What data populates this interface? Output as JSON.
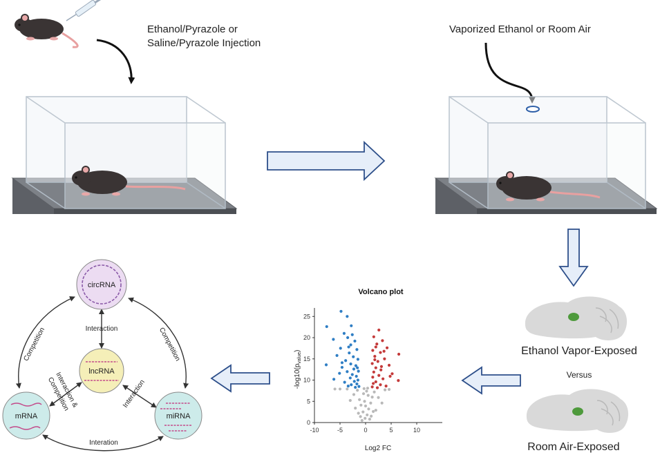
{
  "step1": {
    "caption_line1": "Ethanol/Pyrazole or",
    "caption_line2": "Saline/Pyrazole Injection"
  },
  "step2": {
    "caption": "Vaporized Ethanol or Room Air"
  },
  "brains": {
    "group1": "Ethanol Vapor-Exposed",
    "versus": "Versus",
    "group2": "Room Air-Exposed"
  },
  "network": {
    "nodes": {
      "circrna": "circRNA",
      "lncrna": "lncRNA",
      "mrna": "mRNA",
      "mirna": "miRNA"
    },
    "edges": {
      "left_competition": "Competition",
      "right_competition": "Competition",
      "center_interaction": "Interaction",
      "lnc_mrna_line1": "Interaction &",
      "lnc_mrna_line2": "Competition",
      "lnc_mirna": "Interaction",
      "bottom": "Interation"
    }
  },
  "colors": {
    "arrow_fill": "#e6eef9",
    "arrow_stroke": "#2d4f8a",
    "upregulated": "#c43a3a",
    "downregulated": "#2f7ec4",
    "not_significant": "#b9b9b9",
    "circrna_fill": "#ecdcf2",
    "lncrna_fill": "#f5efb8",
    "mrna_fill": "#cdebea",
    "mirna_fill": "#cdebea",
    "brain_fill": "#d9d9d9",
    "brain_region": "#4e9a3c"
  },
  "chart_data": {
    "type": "scatter",
    "title": "Volcano plot",
    "xlabel": "Log2 FC",
    "ylabel_main": "-log10(p",
    "ylabel_sub": "value",
    "ylabel_close": ")",
    "xlim": [
      -10,
      15
    ],
    "ylim": [
      0,
      27
    ],
    "xticks": [
      -10,
      -5,
      0,
      5,
      10
    ],
    "yticks": [
      0,
      5,
      10,
      15,
      20,
      25
    ],
    "series": [
      {
        "group": "down",
        "points": [
          [
            -4.8,
            26.2
          ],
          [
            -3.6,
            25.0
          ],
          [
            -7.6,
            22.6
          ],
          [
            -2.8,
            22.8
          ],
          [
            -4.2,
            21.0
          ],
          [
            -3.5,
            20.0
          ],
          [
            -6.3,
            19.6
          ],
          [
            -2.1,
            19.2
          ],
          [
            -2.9,
            18.3
          ],
          [
            -4.9,
            17.5
          ],
          [
            -1.7,
            17.2
          ],
          [
            -3.2,
            16.4
          ],
          [
            -5.6,
            15.8
          ],
          [
            -2.4,
            15.5
          ],
          [
            -1.5,
            14.9
          ],
          [
            -3.9,
            14.6
          ],
          [
            -2.9,
            13.8
          ],
          [
            -7.7,
            13.6
          ],
          [
            -1.9,
            13.4
          ],
          [
            -4.6,
            13.0
          ],
          [
            -2.3,
            12.6
          ],
          [
            -1.4,
            12.1
          ],
          [
            -3.6,
            12.0
          ],
          [
            -5.1,
            11.6
          ],
          [
            -2.6,
            11.3
          ],
          [
            -1.8,
            10.9
          ],
          [
            -3.0,
            10.5
          ],
          [
            -6.2,
            10.2
          ],
          [
            -1.5,
            10.0
          ],
          [
            -2.2,
            9.7
          ],
          [
            -4.1,
            9.5
          ],
          [
            -1.7,
            9.1
          ],
          [
            -2.8,
            8.9
          ],
          [
            -3.4,
            8.6
          ],
          [
            -1.3,
            8.5
          ],
          [
            -2.0,
            8.3
          ],
          [
            -4.6,
            14.1
          ],
          [
            -3.3,
            17.8
          ],
          [
            -2.6,
            20.7
          ],
          [
            -1.6,
            12.9
          ]
        ]
      },
      {
        "group": "up",
        "points": [
          [
            2.6,
            21.8
          ],
          [
            1.6,
            20.2
          ],
          [
            3.3,
            19.3
          ],
          [
            2.2,
            18.5
          ],
          [
            4.2,
            17.6
          ],
          [
            1.4,
            17.0
          ],
          [
            2.9,
            16.5
          ],
          [
            6.5,
            16.1
          ],
          [
            1.8,
            15.6
          ],
          [
            3.7,
            15.0
          ],
          [
            2.4,
            14.4
          ],
          [
            1.3,
            13.9
          ],
          [
            4.6,
            13.5
          ],
          [
            2.0,
            12.9
          ],
          [
            3.0,
            12.4
          ],
          [
            1.6,
            11.9
          ],
          [
            5.2,
            11.5
          ],
          [
            2.6,
            11.1
          ],
          [
            1.4,
            10.7
          ],
          [
            3.4,
            10.3
          ],
          [
            6.4,
            9.9
          ],
          [
            2.0,
            9.6
          ],
          [
            1.5,
            9.2
          ],
          [
            2.9,
            8.9
          ],
          [
            4.0,
            8.6
          ],
          [
            1.3,
            8.4
          ],
          [
            2.3,
            8.2
          ],
          [
            3.6,
            16.8
          ],
          [
            2.0,
            17.8
          ],
          [
            1.8,
            14.8
          ],
          [
            4.8,
            10.9
          ],
          [
            3.1,
            13.2
          ]
        ]
      },
      {
        "group": "ns",
        "points": [
          [
            -0.1,
            1.0
          ],
          [
            0.3,
            1.8
          ],
          [
            -0.5,
            2.5
          ],
          [
            0.6,
            3.2
          ],
          [
            -0.9,
            4.1
          ],
          [
            1.0,
            4.6
          ],
          [
            -1.2,
            5.4
          ],
          [
            1.3,
            6.0
          ],
          [
            -0.4,
            6.8
          ],
          [
            0.2,
            7.4
          ],
          [
            -1.6,
            7.6
          ],
          [
            1.7,
            7.2
          ],
          [
            -2.3,
            6.6
          ],
          [
            2.5,
            5.9
          ],
          [
            -3.0,
            5.2
          ],
          [
            3.2,
            4.6
          ],
          [
            -3.6,
            7.9
          ],
          [
            3.8,
            7.7
          ],
          [
            -2.0,
            3.4
          ],
          [
            2.0,
            2.9
          ],
          [
            -0.7,
            0.5
          ],
          [
            0.8,
            0.8
          ],
          [
            -1.4,
            2.2
          ],
          [
            1.5,
            2.6
          ],
          [
            -0.2,
            5.0
          ],
          [
            0.5,
            6.4
          ],
          [
            -5.0,
            7.9
          ],
          [
            4.6,
            7.8
          ],
          [
            -6.0,
            7.9
          ],
          [
            0.0,
            3.9
          ],
          [
            -0.3,
            8.0
          ],
          [
            0.4,
            8.1
          ],
          [
            -1.0,
            1.4
          ],
          [
            1.1,
            1.5
          ]
        ]
      }
    ]
  }
}
